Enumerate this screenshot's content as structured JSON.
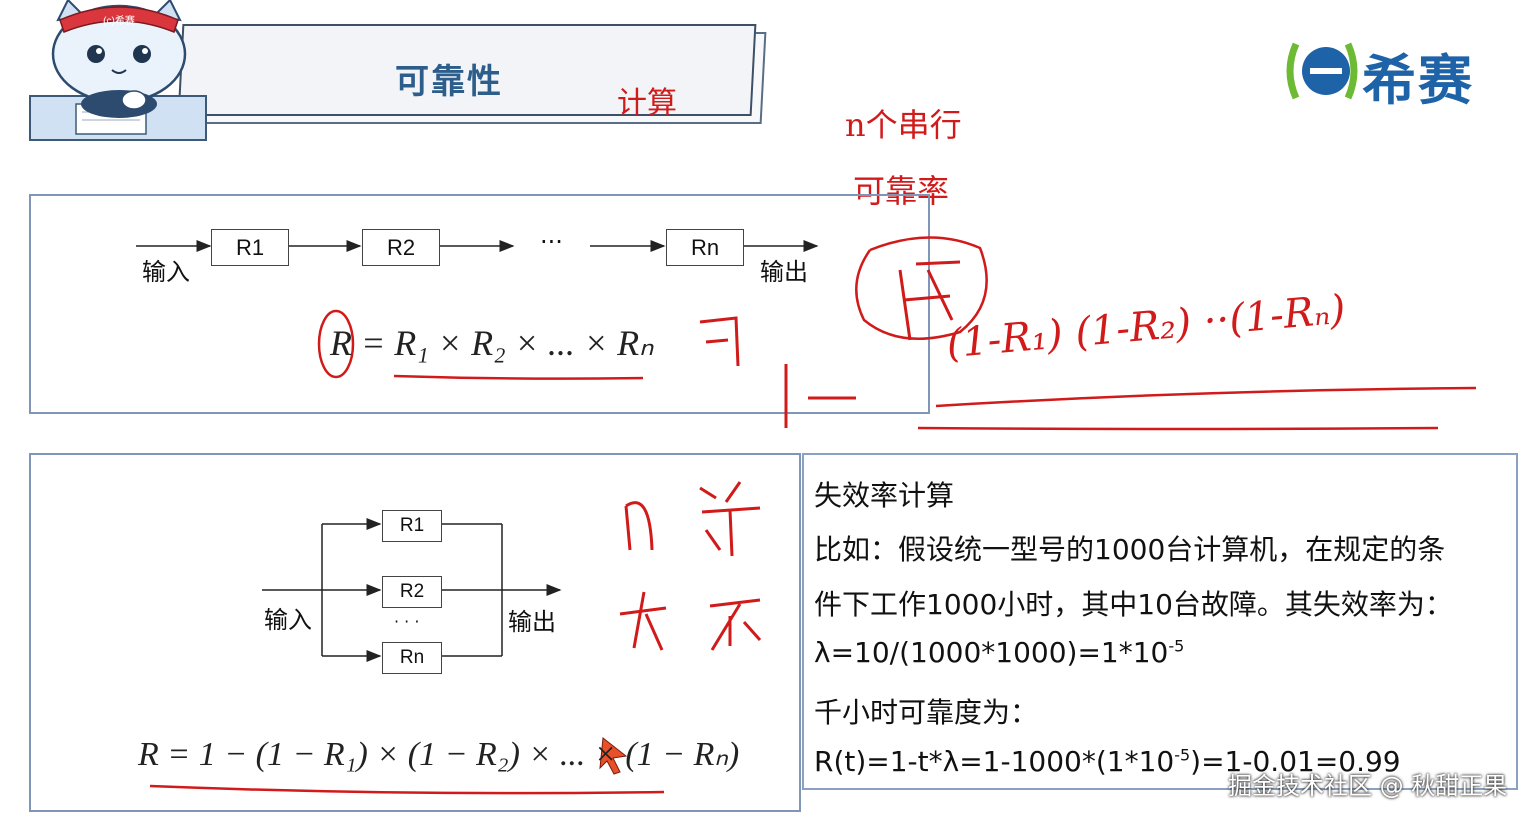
{
  "header": {
    "title": "可靠性",
    "note": "计算",
    "logo_text": "希赛",
    "mascot_hat_text": "(c)希赛"
  },
  "annotations": {
    "top_right_line1": "n个串行",
    "top_right_line2": "可靠率",
    "series_handwritten": "(1-R₁) (1-R₂) ··(1-Rₙ)"
  },
  "series": {
    "input_label": "输入",
    "output_label": "输出",
    "r_labels": [
      "R1",
      "R2",
      "Rn"
    ],
    "ellipsis": "···",
    "formula": "R = R₁ × R₂ × ... × Rₙ"
  },
  "parallel": {
    "input_label": "输入",
    "output_label": "输出",
    "r_labels": [
      "R1",
      "R2",
      "Rn"
    ],
    "dots": "· · ·",
    "formula": "R = 1 − (1 − R₁) × (1 − R₂) × ... × (1 − Rₙ)"
  },
  "failure_rate": {
    "heading": "失效率计算",
    "line1": "比如：假设统一型号的1000台计算机，在规定的条",
    "line2": "件下工作1000小时，其中10台故障。其失效率为：",
    "line3": "λ=10/(1000*1000)=1*10",
    "line3_sup": "-5",
    "line4": "千小时可靠度为：",
    "line5_pre": "R(t)=1-t*λ=1-1000*(1*10",
    "line5_sup": "-5",
    "line5_post": ")=1-0.01=0.99"
  },
  "watermark": "掘金技术社区 @ 秋甜正果",
  "colors": {
    "accent": "#2d5d8a",
    "ink_red": "#d11a1a",
    "panel_border": "#7f96b8"
  }
}
